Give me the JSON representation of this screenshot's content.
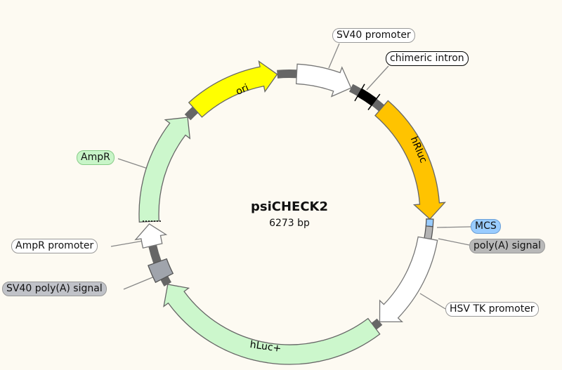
{
  "plasmid": {
    "name": "psiCHECK2",
    "length_label": "6273 bp",
    "length_bp": 6273
  },
  "features": [
    {
      "id": "ori",
      "label": "ori",
      "start": 5541,
      "end": 6186,
      "shape": "arrow",
      "color": "#ffff00",
      "stroke": "#666666"
    },
    {
      "id": "sv40-promoter",
      "label": "SV40 promoter",
      "start": 52,
      "end": 453,
      "shape": "arrow",
      "color": "#ffffff",
      "stroke": "#777777"
    },
    {
      "id": "chimeric-intron",
      "label": "chimeric intron",
      "start": 523,
      "end": 645,
      "shape": "box",
      "color": "#000000",
      "stroke": "#000000"
    },
    {
      "id": "hrluc",
      "label": "hRluc",
      "start": 714,
      "end": 1603,
      "shape": "arrow",
      "color": "#ffc300",
      "stroke": "#666666"
    },
    {
      "id": "mcs",
      "label": "MCS",
      "start": 1603,
      "end": 1655,
      "shape": "box",
      "color": "#99ccff",
      "stroke": "#555555"
    },
    {
      "id": "polya-signal",
      "label": "poly(A) signal",
      "start": 1655,
      "end": 1743,
      "shape": "box",
      "color": "#b4b4b4",
      "stroke": "#555555"
    },
    {
      "id": "hsv-tk-promoter",
      "label": "HSV TK promoter",
      "start": 1743,
      "end": 2440,
      "shape": "arrow",
      "color": "#ffffff",
      "stroke": "#777777"
    },
    {
      "id": "hluc-plus",
      "label": "hLuc+",
      "start": 2492,
      "end": 4182,
      "shape": "arrow",
      "color": "#ccf7cc",
      "stroke": "#666666"
    },
    {
      "id": "sv40-polya-signal",
      "label": "SV40 poly(A) signal",
      "start": 4234,
      "end": 4356,
      "shape": "box",
      "color": "#a0a4ac",
      "stroke": "#555555"
    },
    {
      "id": "ampr-promoter",
      "label": "AmpR promoter",
      "start": 4478,
      "end": 4635,
      "shape": "arrow",
      "color": "#ffffff",
      "stroke": "#777777"
    },
    {
      "id": "ampr",
      "label": "AmpR",
      "start": 4652,
      "end": 5464,
      "shape": "arrow",
      "color": "#ccf7cc",
      "stroke": "#666666"
    }
  ],
  "backbone": [
    [
      5464,
      5541
    ],
    [
      6186,
      6273
    ],
    [
      0,
      52
    ],
    [
      453,
      523
    ],
    [
      645,
      714
    ],
    [
      2440,
      2492
    ],
    [
      4182,
      4234
    ],
    [
      4356,
      4478
    ]
  ],
  "backbone_color": "#666666"
}
